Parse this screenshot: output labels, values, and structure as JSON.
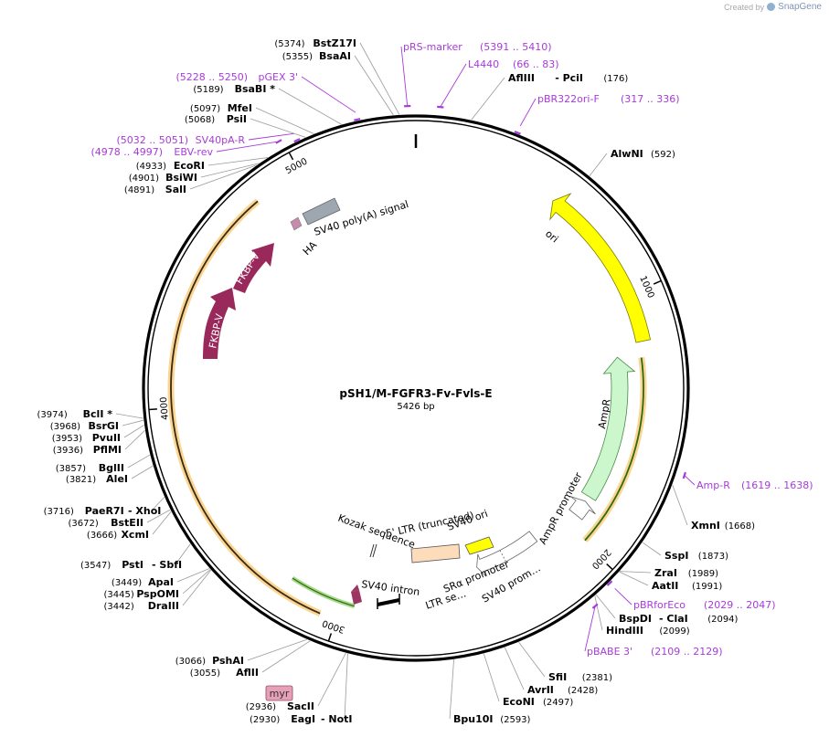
{
  "credit": {
    "prefix": "Created by",
    "brand": "SnapGene"
  },
  "plasmid": {
    "name": "pSH1/M-FGFR3-Fv-Fvls-E",
    "length_label": "5426 bp",
    "length": 5426
  },
  "tick_labels": [
    {
      "text": "1000",
      "pos": 1000
    },
    {
      "text": "2000",
      "pos": 2000
    },
    {
      "text": "3000",
      "pos": 3000
    },
    {
      "text": "4000",
      "pos": 4000
    },
    {
      "text": "5000",
      "pos": 5000
    }
  ],
  "features": [
    {
      "name": "ori",
      "color": "#ffff00",
      "start": 620,
      "end": 1180,
      "reverse": true
    },
    {
      "name": "AmpR",
      "color": "#ccf7cc",
      "start": 1240,
      "end": 1830,
      "reverse": true
    },
    {
      "name": "AmpR promoter",
      "color": "#ffffff",
      "start": 1840,
      "end": 1945,
      "reverse": true
    },
    {
      "name": "SRα promoter",
      "color": "#ffffff",
      "start": 2080,
      "end": 2420,
      "reverse": true
    },
    {
      "name": "SV40 prom…",
      "color": "#ffffff",
      "start": 2195,
      "end": 2420,
      "reverse": true
    },
    {
      "name": "LTR se…",
      "color": "#ffffff",
      "start": 2080,
      "end": 2190,
      "reverse": true
    },
    {
      "name": "SV40 ori",
      "color": "#ffff00",
      "text": "SV40 ori"
    },
    {
      "name": "5' LTR (truncated)",
      "color": "#fddcbc",
      "text": "5' LTR (truncated)"
    },
    {
      "name": "Kozak sequence",
      "text": "Kozak sequence"
    },
    {
      "name": "SV40 intron",
      "color": "#9b3663",
      "text": "SV40 intron"
    },
    {
      "name": "myr",
      "color": "#e8a0b8",
      "text": "myr"
    },
    {
      "name": "FKBP-V",
      "color": "#99295b",
      "text": "FKBP-V"
    },
    {
      "name": "FKBP-V",
      "color": "#99295b",
      "text": "FKBP-V"
    },
    {
      "name": "HA",
      "color": "#c78cab",
      "text": "HA"
    },
    {
      "name": "SV40 poly(A) signal",
      "color": "#9ea7b0",
      "text": "SV40 poly(A) signal"
    }
  ],
  "sites": [
    {
      "pos": "(5374)",
      "name": "BstZ17I"
    },
    {
      "pos": "(5355)",
      "name": "BsaAI"
    },
    {
      "pos": "(5189)",
      "name": "BsaBI *"
    },
    {
      "pos": "(5097)",
      "name": "MfeI"
    },
    {
      "pos": "(5068)",
      "name": "PsiI"
    },
    {
      "pos": "(4933)",
      "name": "EcoRI"
    },
    {
      "pos": "(4901)",
      "name": "BsiWI"
    },
    {
      "pos": "(4891)",
      "name": "SalI"
    },
    {
      "pos": "(3974)",
      "name": "BclI *"
    },
    {
      "pos": "(3968)",
      "name": "BsrGI"
    },
    {
      "pos": "(3953)",
      "name": "PvuII"
    },
    {
      "pos": "(3936)",
      "name": "PflMI"
    },
    {
      "pos": "(3857)",
      "name": "BglII"
    },
    {
      "pos": "(3821)",
      "name": "AleI"
    },
    {
      "pos": "(3716)",
      "name": "PaeR7I",
      "name2": "- XhoI"
    },
    {
      "pos": "(3672)",
      "name": "BstEII"
    },
    {
      "pos": "(3666)",
      "name": "XcmI"
    },
    {
      "pos": "(3547)",
      "name": "PstI",
      "name2": "- SbfI"
    },
    {
      "pos": "(3449)",
      "name": "ApaI"
    },
    {
      "pos": "(3445)",
      "name": "PspOMI"
    },
    {
      "pos": "(3442)",
      "name": "DraIII"
    },
    {
      "pos": "(3066)",
      "name": "PshAI"
    },
    {
      "pos": "(3055)",
      "name": "AflII"
    },
    {
      "pos": "(2936)",
      "name": "SacII"
    },
    {
      "pos": "(2930)",
      "name": "EagI",
      "name2": "- NotI"
    },
    {
      "pos": "(2593)",
      "name": "Bpu10I"
    },
    {
      "pos": "(2497)",
      "name": "EcoNI"
    },
    {
      "pos": "(2428)",
      "name": "AvrII"
    },
    {
      "pos": "(2381)",
      "name": "SfiI"
    },
    {
      "pos": "(2099)",
      "name": "HindIII"
    },
    {
      "pos": "(2094)",
      "name": "BspDI",
      "name2": "- ClaI"
    },
    {
      "pos": "(1991)",
      "name": "AatII"
    },
    {
      "pos": "(1989)",
      "name": "ZraI"
    },
    {
      "pos": "(1873)",
      "name": "SspI"
    },
    {
      "pos": "(1668)",
      "name": "XmnI"
    },
    {
      "pos": "(592)",
      "name": "AlwNI"
    },
    {
      "pos": "(176)",
      "name": "AflIII",
      "name2": "- PciI"
    }
  ],
  "primers": [
    {
      "name": "pRS-marker",
      "range": "(5391 .. 5410)"
    },
    {
      "name": "L4440",
      "range": "(66 .. 83)"
    },
    {
      "name": "pBR322ori-F",
      "range": "(317 .. 336)"
    },
    {
      "name": "pGEX 3'",
      "range": "(5228 .. 5250)"
    },
    {
      "name": "SV40pA-R",
      "range": "(5032 .. 5051)"
    },
    {
      "name": "EBV-rev",
      "range": "(4978 .. 4997)"
    },
    {
      "name": "Amp-R",
      "range": "(1619 .. 1638)"
    },
    {
      "name": "pBRforEco",
      "range": "(2029 .. 2047)"
    },
    {
      "name": "pBABE 3'",
      "range": "(2109 .. 2129)"
    }
  ],
  "colors": {
    "site_text": "#000000",
    "primer_text": "#a83bdb",
    "backbone": "#000000",
    "orf_outline": "#f5b23a",
    "orf_inner": "#5aa82e"
  }
}
